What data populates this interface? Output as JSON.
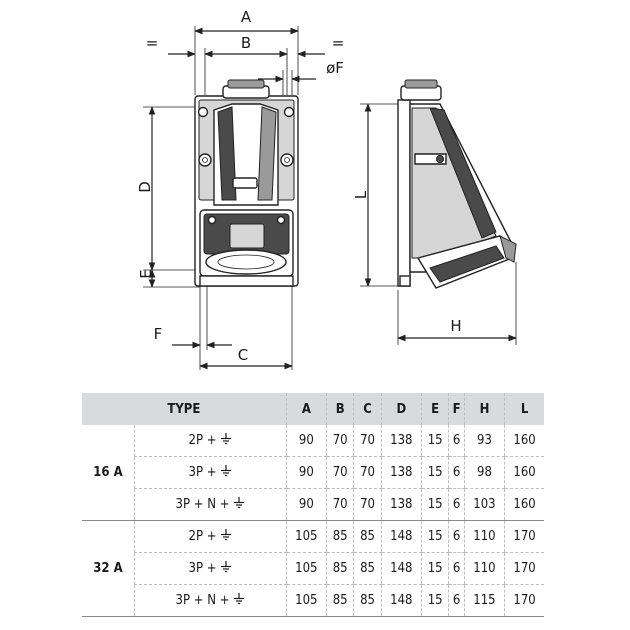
{
  "dimension_labels": {
    "A": "A",
    "B": "B",
    "C": "C",
    "D": "D",
    "E": "E",
    "F": "F",
    "oF": "øF",
    "H": "H",
    "L": "L",
    "eq_left": "=",
    "eq_right": "="
  },
  "table": {
    "type_header": "TYPE",
    "columns": [
      "A",
      "B",
      "C",
      "D",
      "E",
      "F",
      "H",
      "L"
    ],
    "groups": [
      {
        "rating": "16 A",
        "rows": [
          {
            "type": "2P +",
            "values": [
              "90",
              "70",
              "70",
              "138",
              "15",
              "6",
              "93",
              "160"
            ]
          },
          {
            "type": "3P +",
            "values": [
              "90",
              "70",
              "70",
              "138",
              "15",
              "6",
              "98",
              "160"
            ]
          },
          {
            "type": "3P + N +",
            "values": [
              "90",
              "70",
              "70",
              "138",
              "15",
              "6",
              "103",
              "160"
            ]
          }
        ]
      },
      {
        "rating": "32 A",
        "rows": [
          {
            "type": "2P +",
            "values": [
              "105",
              "85",
              "85",
              "148",
              "15",
              "6",
              "110",
              "170"
            ]
          },
          {
            "type": "3P +",
            "values": [
              "105",
              "85",
              "85",
              "148",
              "15",
              "6",
              "110",
              "170"
            ]
          },
          {
            "type": "3P + N +",
            "values": [
              "105",
              "85",
              "85",
              "148",
              "15",
              "6",
              "115",
              "170"
            ]
          }
        ]
      }
    ]
  }
}
